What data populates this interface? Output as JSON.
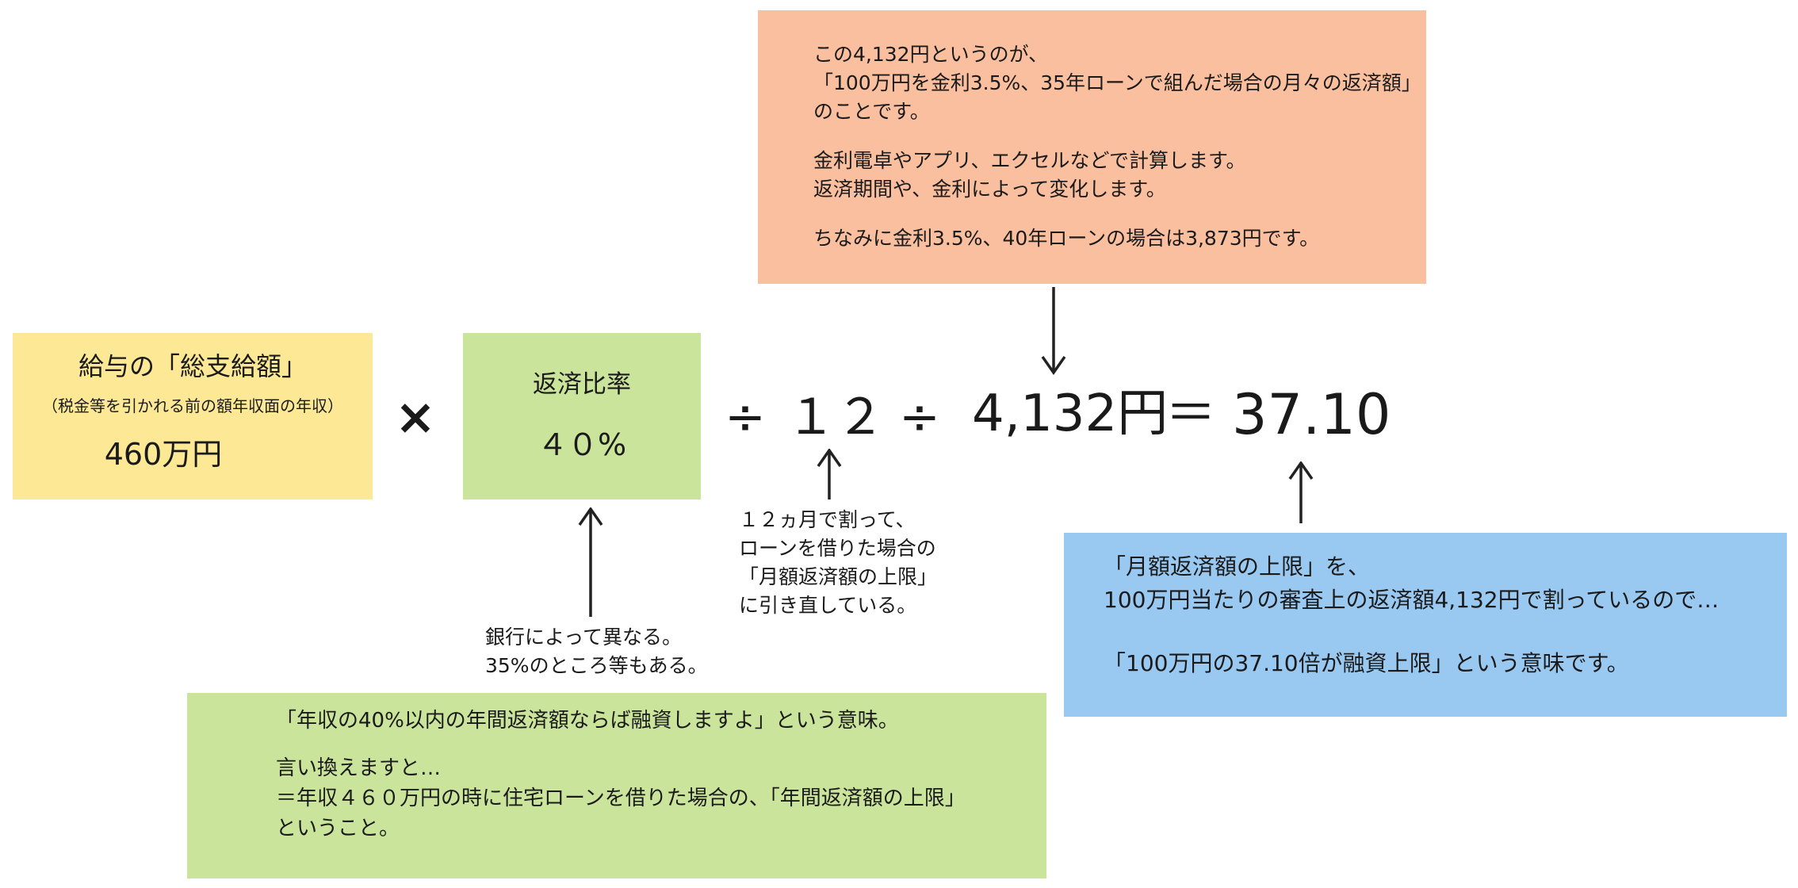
{
  "colors": {
    "salmon_box": "#f9bf9e",
    "yellow_box": "#fde995",
    "green_box": "#cbe49b",
    "blue_box": "#99c8f0",
    "arrow": "#222222"
  },
  "top_box": {
    "p1": [
      "この4,132円というのが、",
      "「100万円を金利3.5%、35年ローンで組んだ場合の月々の返済額」",
      "のことです。"
    ],
    "p2": [
      "金利電卓やアプリ、エクセルなどで計算します。",
      "返済期間や、金利によって変化します。"
    ],
    "p3": [
      "ちなみに金利3.5%、40年ローンの場合は3,873円です。"
    ]
  },
  "salary_box": {
    "title": "給与の「総支給額」",
    "subtitle": "（税金等を引かれる前の額年収面の年収）",
    "value": "460万円"
  },
  "formula": {
    "times": "×",
    "divide1": "÷",
    "twelve": "１２",
    "divide2": "÷",
    "unit_amount": "4,132円",
    "equals": "＝",
    "result": "37.10"
  },
  "ratio_box": {
    "title": "返済比率",
    "value": "４０%"
  },
  "twelve_note": [
    "１２ヵ月で割って、",
    "ローンを借りた場合の",
    "「月額返済額の上限」",
    "に引き直している。"
  ],
  "bank_note": [
    "銀行によって異なる。",
    "35%のところ等もある。"
  ],
  "bottom_green": {
    "p1": [
      "「年収の40%以内の年間返済額ならば融資しますよ」という意味。"
    ],
    "p2": [
      "言い換えますと…",
      "＝年収４６０万円の時に住宅ローンを借りた場合の、「年間返済額の上限」",
      "ということ。"
    ]
  },
  "blue_box": {
    "p1": [
      "「月額返済額の上限」を、",
      "100万円当たりの審査上の返済額4,132円で割っているので…"
    ],
    "p2": [
      "「100万円の37.10倍が融資上限」という意味です。"
    ]
  }
}
